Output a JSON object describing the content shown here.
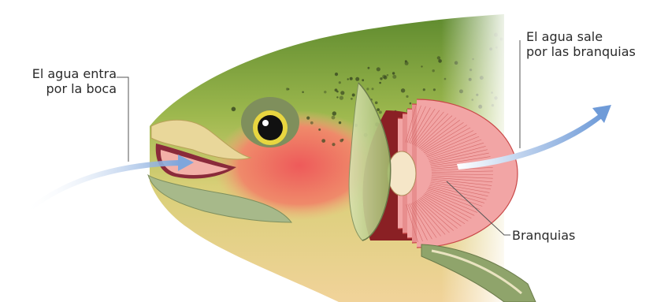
{
  "labels": {
    "water_in": {
      "line1": "El agua entra",
      "line2": "por la boca"
    },
    "water_out": {
      "line1": "El agua sale",
      "line2": "por las branquias"
    },
    "gills": "Branquias"
  },
  "colors": {
    "back": "#6f9a3a",
    "belly": "#efc98a",
    "cheek": "#e56a6a",
    "gill_red": "#c94848",
    "gill_pink": "#f2a5a5",
    "eye_ring": "#e8d640",
    "arrow": "#8fb3df",
    "leader_line": "#555555",
    "spots": "#3a4a22"
  }
}
